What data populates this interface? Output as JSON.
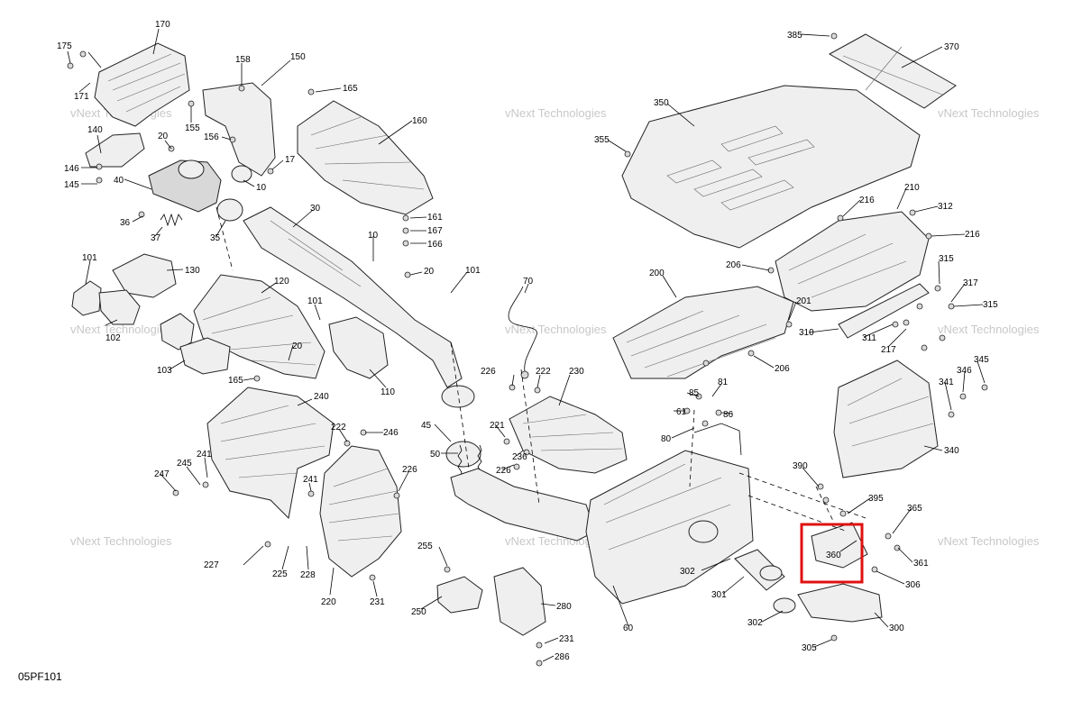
{
  "diagram_code": "05PF101",
  "watermark": "vNext Technologies",
  "highlight_color": "#e01010",
  "highlighted_part": "360",
  "callouts": [
    {
      "id": "c170",
      "label": "170"
    },
    {
      "id": "c175",
      "label": "175"
    },
    {
      "id": "c171",
      "label": "171"
    },
    {
      "id": "c158",
      "label": "158"
    },
    {
      "id": "c150",
      "label": "150"
    },
    {
      "id": "c165a",
      "label": "165"
    },
    {
      "id": "c155",
      "label": "155"
    },
    {
      "id": "c160",
      "label": "160"
    },
    {
      "id": "c140",
      "label": "140"
    },
    {
      "id": "c20a",
      "label": "20"
    },
    {
      "id": "c156",
      "label": "156"
    },
    {
      "id": "c17",
      "label": "17"
    },
    {
      "id": "c146",
      "label": "146"
    },
    {
      "id": "c145",
      "label": "145"
    },
    {
      "id": "c40",
      "label": "40"
    },
    {
      "id": "c10a",
      "label": "10"
    },
    {
      "id": "c161",
      "label": "161"
    },
    {
      "id": "c167",
      "label": "167"
    },
    {
      "id": "c166",
      "label": "166"
    },
    {
      "id": "c30",
      "label": "30"
    },
    {
      "id": "c36",
      "label": "36"
    },
    {
      "id": "c37",
      "label": "37"
    },
    {
      "id": "c35",
      "label": "35"
    },
    {
      "id": "c10b",
      "label": "10"
    },
    {
      "id": "c101a",
      "label": "101"
    },
    {
      "id": "c130",
      "label": "130"
    },
    {
      "id": "c20b",
      "label": "20"
    },
    {
      "id": "c101b",
      "label": "101"
    },
    {
      "id": "c120",
      "label": "120"
    },
    {
      "id": "c101c",
      "label": "101"
    },
    {
      "id": "c102",
      "label": "102"
    },
    {
      "id": "c20c",
      "label": "20"
    },
    {
      "id": "c103",
      "label": "103"
    },
    {
      "id": "c110",
      "label": "110"
    },
    {
      "id": "c165b",
      "label": "165"
    },
    {
      "id": "c240",
      "label": "240"
    },
    {
      "id": "c222a",
      "label": "222"
    },
    {
      "id": "c246",
      "label": "246"
    },
    {
      "id": "c241a",
      "label": "241"
    },
    {
      "id": "c245",
      "label": "245"
    },
    {
      "id": "c247",
      "label": "247"
    },
    {
      "id": "c241b",
      "label": "241"
    },
    {
      "id": "c226a",
      "label": "226"
    },
    {
      "id": "c227",
      "label": "227"
    },
    {
      "id": "c225",
      "label": "225"
    },
    {
      "id": "c228",
      "label": "228"
    },
    {
      "id": "c220",
      "label": "220"
    },
    {
      "id": "c231a",
      "label": "231"
    },
    {
      "id": "c70",
      "label": "70"
    },
    {
      "id": "c226b",
      "label": "226"
    },
    {
      "id": "c222b",
      "label": "222"
    },
    {
      "id": "c230",
      "label": "230"
    },
    {
      "id": "c45",
      "label": "45"
    },
    {
      "id": "c50",
      "label": "50"
    },
    {
      "id": "c221",
      "label": "221"
    },
    {
      "id": "c236",
      "label": "236"
    },
    {
      "id": "c226c",
      "label": "226"
    },
    {
      "id": "c255",
      "label": "255"
    },
    {
      "id": "c250",
      "label": "250"
    },
    {
      "id": "c280",
      "label": "280"
    },
    {
      "id": "c231b",
      "label": "231"
    },
    {
      "id": "c286",
      "label": "286"
    },
    {
      "id": "c60",
      "label": "60"
    },
    {
      "id": "c385",
      "label": "385"
    },
    {
      "id": "c370",
      "label": "370"
    },
    {
      "id": "c350",
      "label": "350"
    },
    {
      "id": "c355",
      "label": "355"
    },
    {
      "id": "c216a",
      "label": "216"
    },
    {
      "id": "c210",
      "label": "210"
    },
    {
      "id": "c312",
      "label": "312"
    },
    {
      "id": "c216b",
      "label": "216"
    },
    {
      "id": "c206a",
      "label": "206"
    },
    {
      "id": "c200",
      "label": "200"
    },
    {
      "id": "c201",
      "label": "201"
    },
    {
      "id": "c315a",
      "label": "315"
    },
    {
      "id": "c317",
      "label": "317"
    },
    {
      "id": "c315b",
      "label": "315"
    },
    {
      "id": "c310",
      "label": "310"
    },
    {
      "id": "c311",
      "label": "311"
    },
    {
      "id": "c217",
      "label": "217"
    },
    {
      "id": "c206b",
      "label": "206"
    },
    {
      "id": "c345",
      "label": "345"
    },
    {
      "id": "c346",
      "label": "346"
    },
    {
      "id": "c341",
      "label": "341"
    },
    {
      "id": "c81",
      "label": "81"
    },
    {
      "id": "c85",
      "label": "85"
    },
    {
      "id": "c61",
      "label": "61"
    },
    {
      "id": "c86",
      "label": "86"
    },
    {
      "id": "c80",
      "label": "80"
    },
    {
      "id": "c340",
      "label": "340"
    },
    {
      "id": "c390",
      "label": "390"
    },
    {
      "id": "c395",
      "label": "395"
    },
    {
      "id": "c365",
      "label": "365"
    },
    {
      "id": "c360",
      "label": "360"
    },
    {
      "id": "c361",
      "label": "361"
    },
    {
      "id": "c302a",
      "label": "302"
    },
    {
      "id": "c306",
      "label": "306"
    },
    {
      "id": "c301",
      "label": "301"
    },
    {
      "id": "c302b",
      "label": "302"
    },
    {
      "id": "c300",
      "label": "300"
    },
    {
      "id": "c305",
      "label": "305"
    }
  ]
}
